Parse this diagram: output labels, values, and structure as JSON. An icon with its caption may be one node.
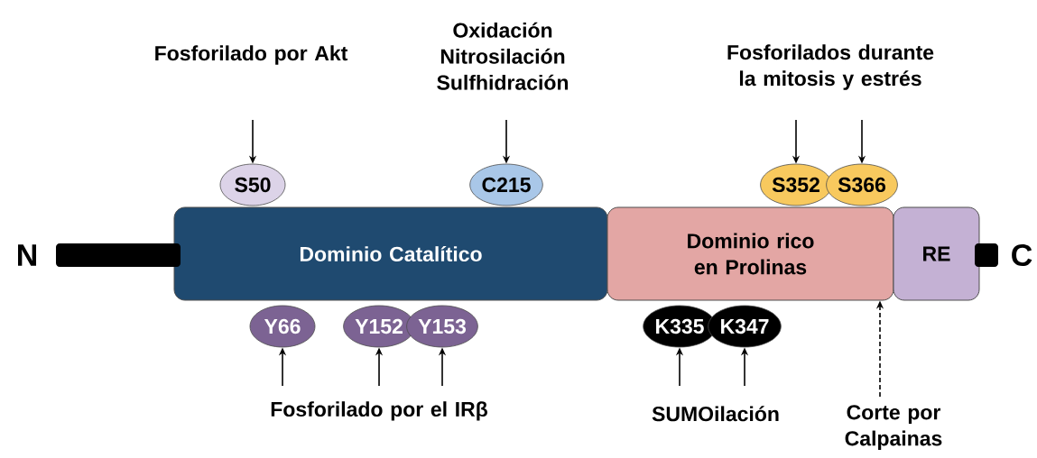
{
  "diagram": {
    "nodes": [
      {
        "text": [
          "N"
        ]
      },
      {
        "text": [
          "Dominio Catalítico"
        ]
      },
      {
        "text": [
          "Dominio rico en Prolinas"
        ]
      },
      {
        "text": [
          "RE"
        ]
      },
      {
        "text": [
          "C"
        ]
      },
      {
        "text": [
          "S50"
        ]
      },
      {
        "text": [
          "C215"
        ]
      },
      {
        "text": [
          "S352"
        ]
      },
      {
        "text": [
          "S366"
        ]
      },
      {
        "text": [
          "Y66"
        ]
      },
      {
        "text": [
          "Y152"
        ]
      },
      {
        "text": [
          "Y153"
        ]
      },
      {
        "text": [
          "K335"
        ]
      },
      {
        "text": [
          "K347"
        ]
      },
      {
        "text": [
          "Fosforilado por Akt"
        ]
      },
      {
        "text": [
          "Oxidación Nitrosilación Sulfhidración"
        ]
      },
      {
        "text": [
          "Fosforilados durante la mitosis y estrés"
        ]
      },
      {
        "text": [
          "Fosforilado por el IRβ"
        ]
      },
      {
        "text": [
          "SUMOilación"
        ]
      },
      {
        "text": [
          "Corte por Calpainas"
        ]
      },
      {
        "text": [],
        "shape": "bar"
      },
      {
        "text": [],
        "shape": "bar"
      }
    ],
    "edges": [
      {
        "from": 14,
        "to": 5,
        "arrow": "to"
      },
      {
        "from": 15,
        "to": 6,
        "arrow": "to"
      },
      {
        "from": 16,
        "to": 7,
        "arrow": "to"
      },
      {
        "from": 16,
        "to": 8,
        "arrow": "to"
      },
      {
        "from": 17,
        "to": 9,
        "arrow": "to"
      },
      {
        "from": 17,
        "to": 10,
        "arrow": "to"
      },
      {
        "from": 17,
        "to": 11,
        "arrow": "to"
      },
      {
        "from": 18,
        "to": 12,
        "arrow": "to"
      },
      {
        "from": 18,
        "to": 13,
        "arrow": "to"
      },
      {
        "from": 19,
        "to": 2,
        "arrow": "to",
        "style": "dashed"
      }
    ]
  }
}
